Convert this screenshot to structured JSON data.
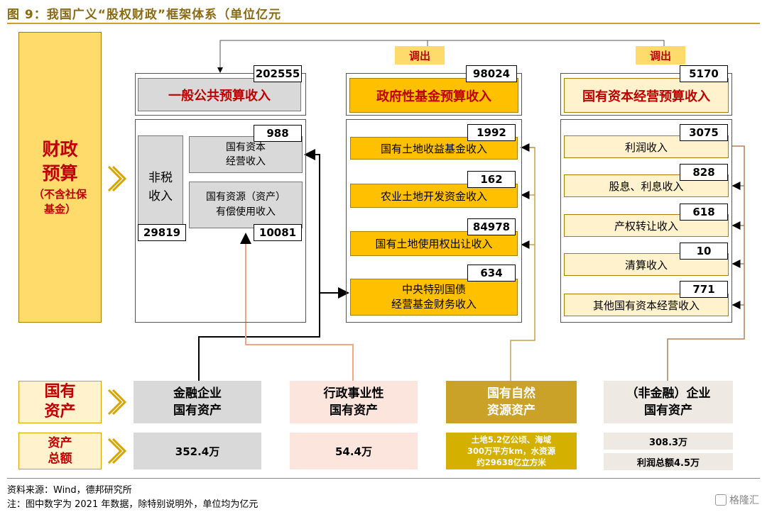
{
  "title": "图 9：我国广义“股权财政”框架体系（单位亿元",
  "left_label": {
    "main": "财政\n预算",
    "sub": "（不含社保\n基金）"
  },
  "tiaochu": "调出",
  "general_budget": {
    "title": "一般公共预算收入",
    "value": "202555",
    "nontax_label": "非税\n收入",
    "nontax_value": "29819",
    "items": [
      {
        "label": "国有资本\n经营收入",
        "value": "988"
      },
      {
        "label": "国有资源（资产）\n有偿使用收入",
        "value": "10081"
      }
    ]
  },
  "fund_budget": {
    "title": "政府性基金预算收入",
    "value": "98024",
    "items": [
      {
        "label": "国有土地收益基金收入",
        "value": "1992"
      },
      {
        "label": "农业土地开发资金收入",
        "value": "162"
      },
      {
        "label": "国有土地使用权出让收入",
        "value": "84978"
      },
      {
        "label": "中央特别国债\n经营基金财务收入",
        "value": "634"
      }
    ]
  },
  "capital_budget": {
    "title": "国有资本经营预算收入",
    "value": "5170",
    "items": [
      {
        "label": "利润收入",
        "value": "3075"
      },
      {
        "label": "股息、利息收入",
        "value": "828"
      },
      {
        "label": "产权转让收入",
        "value": "618"
      },
      {
        "label": "清算收入",
        "value": "10"
      },
      {
        "label": "其他国有资本经营收入",
        "value": "771"
      }
    ]
  },
  "assets_label": "国有\n资产",
  "total_label": "资产\n总额",
  "assets": [
    {
      "name": "金融企业\n国有资产",
      "total": "352.4万"
    },
    {
      "name": "行政事业性\n国有资产",
      "total": "54.4万"
    },
    {
      "name": "国有自然\n资源资产",
      "total": "土地5.2亿公顷、海域\n300万平方km，水资源\n约29638亿立方米"
    },
    {
      "name": "（非金融）企业\n国有资产",
      "total": "308.3万",
      "total2": "利润总额4.5万"
    }
  ],
  "source": "资料来源：Wind，德邦研究所",
  "note": "注：图中数字为 2021 年数据，除特别说明外，单位均为亿元",
  "watermark": "格隆汇",
  "colors": {
    "gold": "#ffc000",
    "light_gold": "#ffdb6b",
    "cream": "#fff2cc",
    "gray": "#d9d9d9",
    "red": "#c00000",
    "dark_gold": "#c9a227",
    "pink": "#fbe5dc",
    "khaki": "#d4b000",
    "beige": "#eeeae3"
  }
}
